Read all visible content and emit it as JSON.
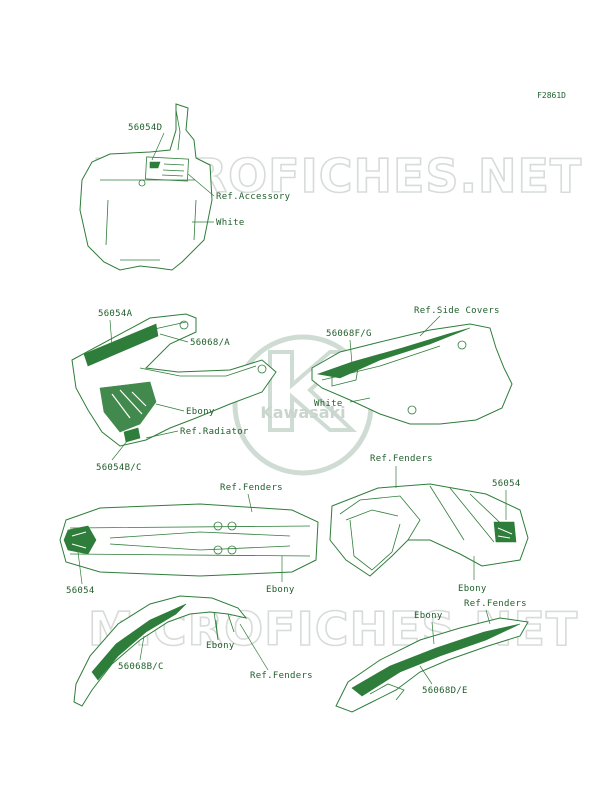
{
  "figure_id": "F2861D",
  "watermark": {
    "site": "MICROFICHES.NET",
    "brand": "Kawasaki"
  },
  "labels": {
    "plate_part": "56054D",
    "plate_ref": "Ref.Accessory",
    "plate_color": "White",
    "shroud_part_a": "56054A",
    "shroud_part_68a": "56068/A",
    "shroud_color": "Ebony",
    "shroud_ref": "Ref.Radiator",
    "shroud_part_bc": "56054B/C",
    "side_ref": "Ref.Side Covers",
    "side_part": "56068F/G",
    "side_color": "White",
    "rear_fender_ref_left": "Ref.Fenders",
    "rear_fender_part_left": "56054",
    "rear_fender_color_left": "Ebony",
    "rear_fender_ref_right": "Ref.Fenders",
    "rear_fender_part_right": "56054",
    "rear_fender_color_right": "Ebony",
    "front_fender_part": "56068B/C",
    "front_fender_color": "Ebony",
    "front_fender_ref": "Ref.Fenders",
    "front_fender2_color": "Ebony",
    "front_fender2_ref": "Ref.Fenders",
    "front_fender2_part": "56068D/E"
  }
}
